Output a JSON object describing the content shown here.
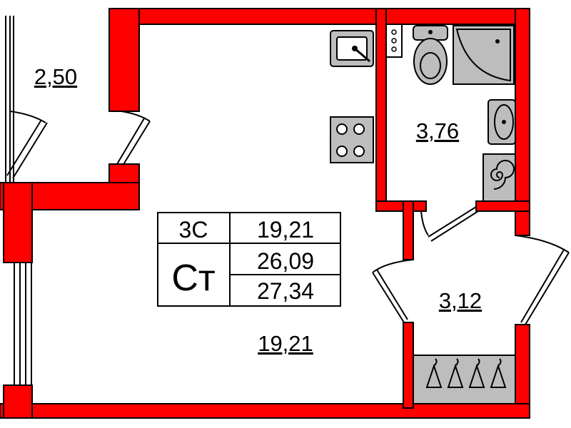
{
  "plan": {
    "rooms": {
      "loggia": "2,50",
      "bathroom": "3,76",
      "hall": "3,12",
      "living": "19,21"
    },
    "summary": {
      "rooms_code": "3С",
      "type_code": "Ст",
      "living_area": "19,21",
      "total_area": "26,09",
      "total_with_loggia": "27,34"
    }
  },
  "colors": {
    "wall": "#ff0000",
    "fixture": "#bdbdbd",
    "line": "#000000"
  }
}
